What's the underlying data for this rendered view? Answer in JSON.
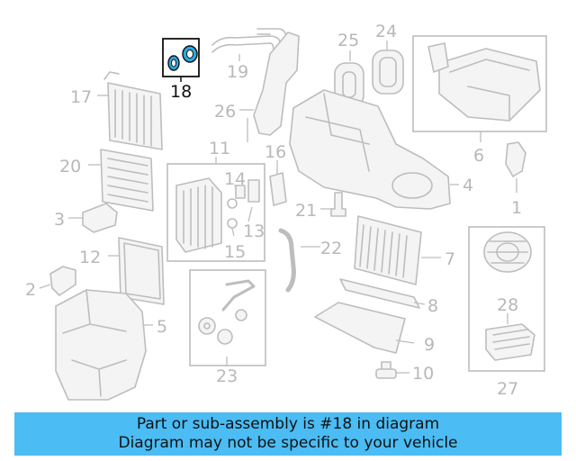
{
  "highlighted_part": "18",
  "callouts": [
    "1",
    "2",
    "3",
    "4",
    "5",
    "6",
    "7",
    "8",
    "9",
    "10",
    "11",
    "12",
    "13",
    "14",
    "15",
    "16",
    "17",
    "18",
    "19",
    "20",
    "21",
    "22",
    "23",
    "24",
    "25",
    "26",
    "27",
    "28"
  ],
  "banner": {
    "line1": "Part or sub-assembly is #18 in diagram",
    "line2": "Diagram may not be specific to your vehicle"
  },
  "colors": {
    "banner": "#4bbcf4",
    "highlight": "#2aa9e0",
    "line": "#bdbdbd",
    "text": "#b8b8b8"
  }
}
